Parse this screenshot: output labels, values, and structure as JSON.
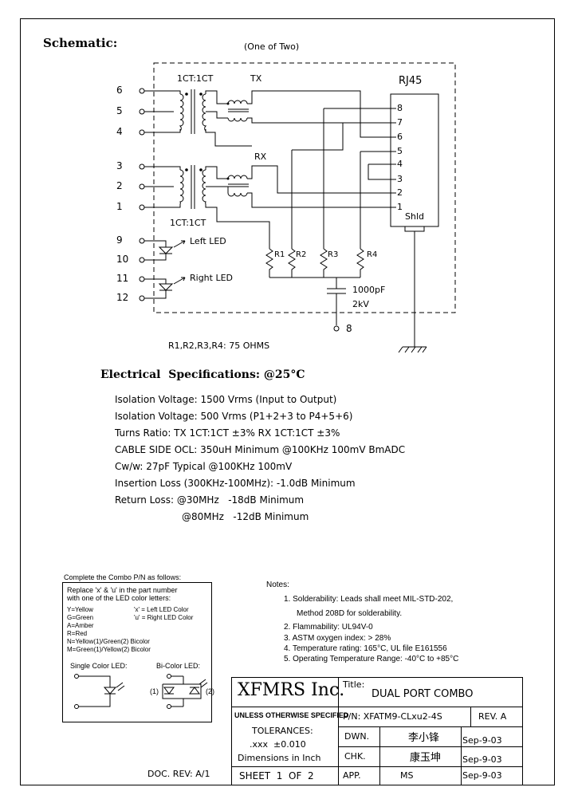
{
  "schematic": {
    "title": "Schematic:",
    "subtitle": "(One of Two)",
    "transformer_top_label": "1CT:1CT",
    "transformer_bottom_label": "1CT:1CT",
    "tx_label": "TX",
    "rx_label": "RX",
    "connector_label": "RJ45",
    "connector_pins": [
      "8",
      "7",
      "6",
      "5",
      "4",
      "3",
      "2",
      "1"
    ],
    "shield_label": "Shld",
    "left_pins_top": [
      "6",
      "5",
      "4"
    ],
    "left_pins_bottom": [
      "3",
      "2",
      "1"
    ],
    "led_pins": [
      "9",
      "10",
      "11",
      "12"
    ],
    "left_led_label": "Left LED",
    "right_led_label": "Right LED",
    "resistors": [
      "R1",
      "R2",
      "R3",
      "R4"
    ],
    "cap_value": "1000pF",
    "cap_voltage": "2kV",
    "ground_pin": "8",
    "resistor_note": "R1,R2,R3,R4: 75 OHMS"
  },
  "electrical": {
    "title": "Electrical  Specifications: @25°C",
    "lines": [
      "Isolation Voltage:  1500 Vrms (Input to Output)",
      "Isolation Voltage:  500 Vrms (P1+2+3 to P4+5+6)",
      "Turns Ratio: TX 1CT:1CT ±3% RX 1CT:1CT ±3%",
      "CABLE SIDE OCL: 350uH Minimum @100KHz 100mV BmADC",
      "Cw/w: 27pF Typical @100KHz 100mV",
      "Insertion Loss (300KHz-100MHz): -1.0dB Minimum",
      "Return Loss: @30MHz   -18dB Minimum",
      "@80MHz   -12dB Minimum"
    ]
  },
  "combo": {
    "heading": "Complete the Combo P/N as follows:",
    "instr_1": "Replace 'x' & 'u' in the part number",
    "instr_2": "with one of the LED color letters:",
    "colors": [
      "Y=Yellow",
      "G=Green",
      "A=Amber",
      "R=Red",
      "N=Yellow(1)/Green(2) Bicolor",
      "M=Green(1)/Yellow(2) Bicolor"
    ],
    "legend_x": "'x' = Left LED Color",
    "legend_u": "'u' = Right LED Color",
    "single_label": "Single Color LED:",
    "bi_label": "Bi-Color LED:",
    "bi_1": "(1)",
    "bi_2": "(2)"
  },
  "notes": {
    "heading": "Notes:",
    "items": [
      "1. Solderability: Leads shall meet MIL-STD-202,",
      "Method 208D for solderability.",
      "2. Flammability: UL94V-0",
      "3. ASTM oxygen index: > 28%",
      "4. Temperature rating: 165°C, UL file E161556",
      "5. Operating Temperature Range: -40°C to +85°C"
    ]
  },
  "title_block": {
    "company": "XFMRS Inc.",
    "title_label": "Title:",
    "title_value": "DUAL PORT COMBO",
    "tol_1": "UNLESS OTHERWISE SPECIFIED",
    "tol_2": "TOLERANCES:",
    "tol_3": ".xxx  ±0.010",
    "tol_4": "Dimensions in Inch",
    "pn": "P/N: XFATM9-CLxu2-4S",
    "rev": "REV. A",
    "dwn_label": "DWN.",
    "dwn_name": "李小锋",
    "dwn_date": "Sep-9-03",
    "chk_label": "CHK.",
    "chk_name": "康玉坤",
    "chk_date": "Sep-9-03",
    "app_label": "APP.",
    "app_name": "MS",
    "app_date": "Sep-9-03",
    "sheet": "SHEET  1  OF  2",
    "doc_rev": "DOC. REV: A/1"
  }
}
